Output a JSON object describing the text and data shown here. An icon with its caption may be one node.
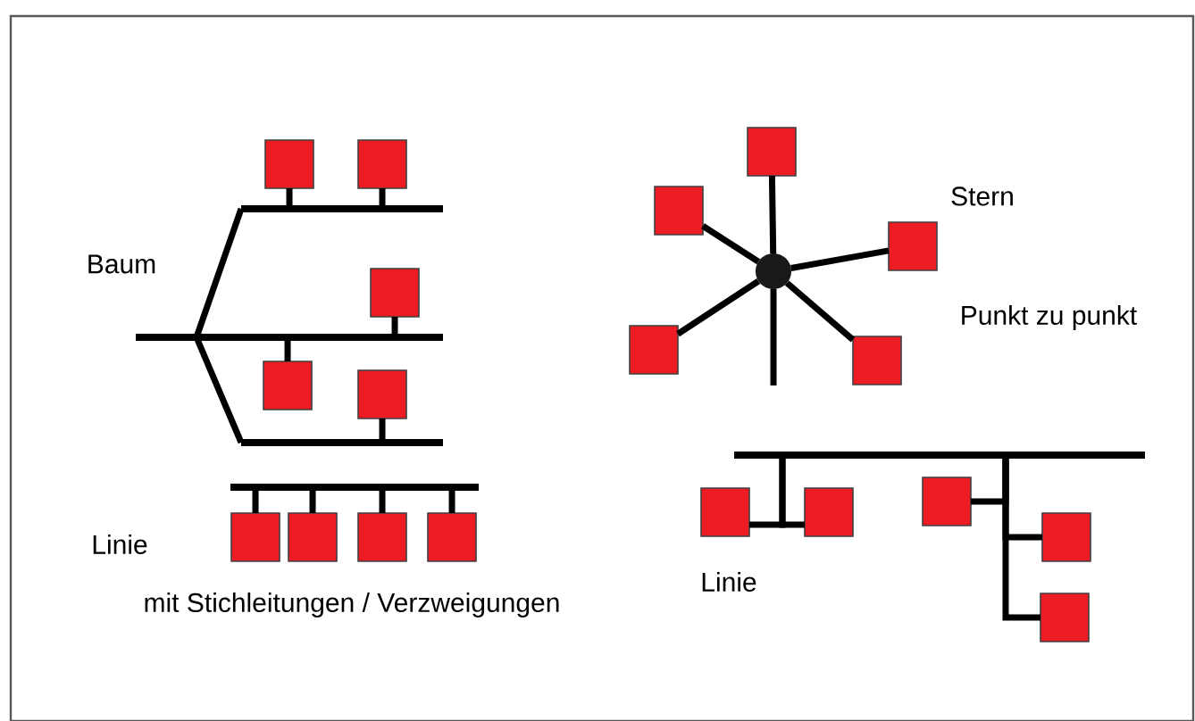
{
  "diagram": {
    "nodes": [
      {
        "text": [],
        "shape": "bar"
      },
      {
        "text": [],
        "shape": "bar"
      },
      {
        "text": [],
        "shape": "bar"
      },
      {
        "text": [],
        "shape": "box"
      },
      {
        "text": [],
        "shape": "box"
      },
      {
        "text": [],
        "shape": "box"
      },
      {
        "text": [],
        "shape": "box"
      },
      {
        "text": [],
        "shape": "box"
      },
      {
        "text": [],
        "shape": "bar"
      },
      {
        "text": [],
        "shape": "box"
      },
      {
        "text": [],
        "shape": "box"
      },
      {
        "text": [],
        "shape": "box"
      },
      {
        "text": [],
        "shape": "box"
      },
      {
        "text": [],
        "shape": "circle"
      },
      {
        "text": [],
        "shape": "box"
      },
      {
        "text": [],
        "shape": "box"
      },
      {
        "text": [],
        "shape": "box"
      },
      {
        "text": [],
        "shape": "box"
      },
      {
        "text": [],
        "shape": "box"
      },
      {
        "text": [],
        "shape": "bar"
      },
      {
        "text": [],
        "shape": "box"
      },
      {
        "text": [],
        "shape": "box"
      },
      {
        "text": [],
        "shape": "box"
      },
      {
        "text": [],
        "shape": "box"
      },
      {
        "text": [],
        "shape": "box"
      }
    ],
    "edges": [
      {
        "from": 0,
        "to": 1,
        "arrow": "none"
      },
      {
        "from": 0,
        "to": 2,
        "arrow": "none"
      },
      {
        "from": 1,
        "to": 3,
        "arrow": "none"
      },
      {
        "from": 1,
        "to": 4,
        "arrow": "none"
      },
      {
        "from": 0,
        "to": 5,
        "arrow": "none"
      },
      {
        "from": 0,
        "to": 6,
        "arrow": "none"
      },
      {
        "from": 2,
        "to": 7,
        "arrow": "none"
      },
      {
        "from": 8,
        "to": 9,
        "arrow": "none"
      },
      {
        "from": 8,
        "to": 10,
        "arrow": "none"
      },
      {
        "from": 8,
        "to": 11,
        "arrow": "none"
      },
      {
        "from": 8,
        "to": 12,
        "arrow": "none"
      },
      {
        "from": 13,
        "to": 14,
        "arrow": "none"
      },
      {
        "from": 13,
        "to": 15,
        "arrow": "none"
      },
      {
        "from": 13,
        "to": 16,
        "arrow": "none"
      },
      {
        "from": 13,
        "to": 17,
        "arrow": "none"
      },
      {
        "from": 13,
        "to": 18,
        "arrow": "none"
      },
      {
        "from": 13,
        "to": null,
        "arrow": "none"
      },
      {
        "from": 19,
        "to": 20,
        "arrow": "none"
      },
      {
        "from": 19,
        "to": 21,
        "arrow": "none"
      },
      {
        "from": 19,
        "to": 22,
        "arrow": "none"
      },
      {
        "from": 19,
        "to": 23,
        "arrow": "none"
      },
      {
        "from": 19,
        "to": 24,
        "arrow": "none"
      }
    ],
    "labels": [
      "Stern",
      "Baum",
      "Punkt zu punkt",
      "Linie",
      "Linie",
      "mit Stichleitungen / Verzweigungen"
    ]
  }
}
